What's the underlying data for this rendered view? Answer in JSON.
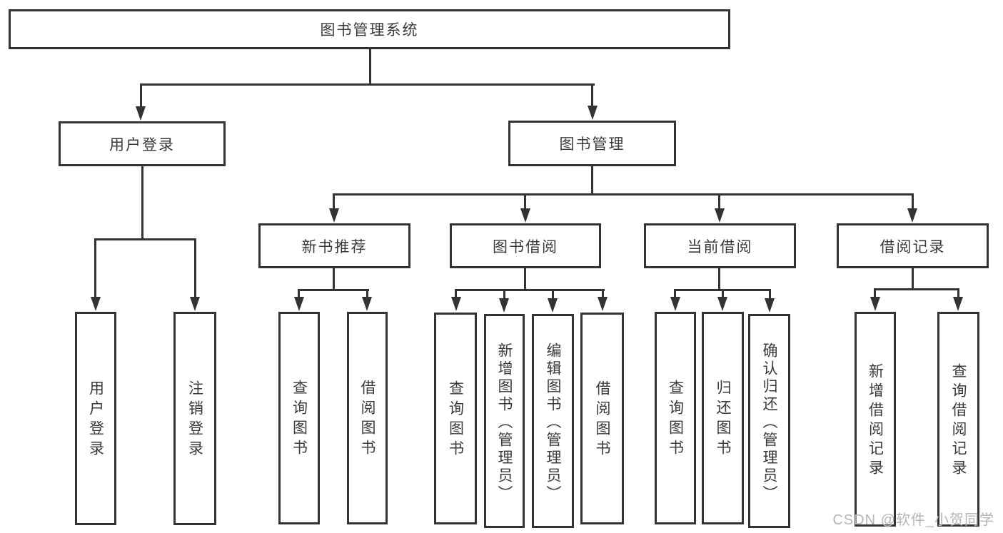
{
  "title": "图书管理系统",
  "colors": {
    "line": "#333333",
    "text": "#3a3a3a",
    "background": "#ffffff",
    "watermark": "#b5b5b5"
  },
  "nodes": {
    "root": "图书管理系统",
    "user_login": "用户登录",
    "book_mgmt": "图书管理",
    "new_book_rec": "新书推荐",
    "book_borrow": "图书借阅",
    "current_borrow": "当前借阅",
    "borrow_history": "借阅记录",
    "leaf_user_login": "用户登录",
    "leaf_logout": "注销登录",
    "leaf_rec_query": "查询图书",
    "leaf_rec_borrow": "借阅图书",
    "leaf_bb_query": "查询图书",
    "leaf_bb_add": "新增图书（管理员）",
    "leaf_bb_edit": "编辑图书（管理员）",
    "leaf_bb_borrow": "借阅图书",
    "leaf_cb_query": "查询图书",
    "leaf_cb_return": "归还图书",
    "leaf_cb_confirm": "确认归还（管理员）",
    "leaf_bh_add": "新增借阅记录",
    "leaf_bh_query": "查询借阅记录"
  },
  "watermark": "CSDN @软件_小贺同学"
}
